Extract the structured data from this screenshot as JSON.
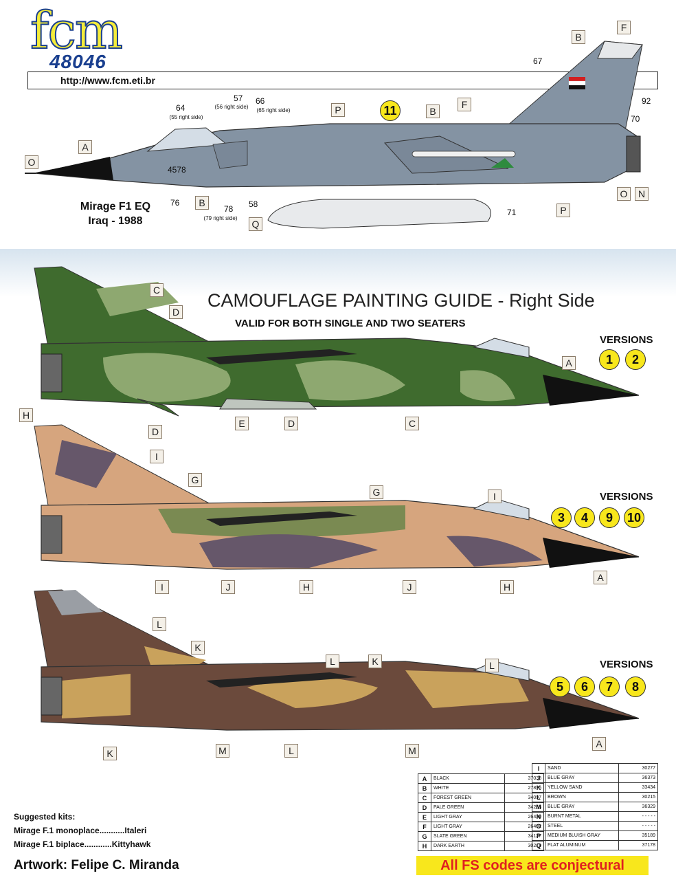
{
  "logo": {
    "brand": "fcm",
    "number": "48046"
  },
  "url": "http://www.fcm.eti.br",
  "top_aircraft": {
    "name": "Mirage F1 EQ",
    "subtitle": "Iraq - 1988",
    "version_badge": "11",
    "serial": "4578",
    "callouts": [
      {
        "id": "64",
        "note": "(55 right side)"
      },
      {
        "id": "57",
        "note": "(56 right side)"
      },
      {
        "id": "66",
        "note": "(65 right side)"
      },
      {
        "id": "78",
        "note": "(79 right side)"
      },
      {
        "id": "67"
      },
      {
        "id": "92"
      },
      {
        "id": "70"
      },
      {
        "id": "71"
      },
      {
        "id": "76"
      },
      {
        "id": "58"
      }
    ],
    "letters": [
      "A",
      "O",
      "B",
      "P",
      "B",
      "F",
      "B",
      "F",
      "O",
      "N",
      "P",
      "Q"
    ]
  },
  "guide": {
    "title": "CAMOUFLAGE PAINTING GUIDE - Right Side",
    "subtitle": "VALID FOR BOTH SINGLE AND TWO SEATERS",
    "versions_label": "VERSIONS",
    "schemes": [
      {
        "versions": [
          "1",
          "2"
        ],
        "colors": {
          "a": "#3f6b2e",
          "b": "#8ea870",
          "c": "#bfc6be"
        }
      },
      {
        "versions": [
          "3",
          "4",
          "9",
          "10"
        ],
        "colors": {
          "a": "#d6a57e",
          "b": "#7a8a52",
          "c": "#66576a"
        }
      },
      {
        "versions": [
          "5",
          "6",
          "7",
          "8"
        ],
        "colors": {
          "a": "#6b4a3c",
          "b": "#c9a25c",
          "c": "#9a9ea4"
        }
      }
    ]
  },
  "legend": {
    "left": [
      {
        "l": "A",
        "n": "BLACK",
        "c": "37038"
      },
      {
        "l": "B",
        "n": "WHITE",
        "c": "27875"
      },
      {
        "l": "C",
        "n": "FOREST GREEN",
        "c": "34097"
      },
      {
        "l": "D",
        "n": "PALE GREEN",
        "c": "34258"
      },
      {
        "l": "E",
        "n": "LIGHT GRAY",
        "c": "26430"
      },
      {
        "l": "F",
        "n": "LIGHT GRAY",
        "c": "26492"
      },
      {
        "l": "G",
        "n": "SLATE GREEN",
        "c": "34127"
      },
      {
        "l": "H",
        "n": "DARK EARTH",
        "c": "30219"
      }
    ],
    "right": [
      {
        "l": "I",
        "n": "SAND",
        "c": "30277"
      },
      {
        "l": "J",
        "n": "BLUE GRAY",
        "c": "36373"
      },
      {
        "l": "K",
        "n": "YELLOW SAND",
        "c": "33434"
      },
      {
        "l": "L",
        "n": "BROWN",
        "c": "30215"
      },
      {
        "l": "M",
        "n": "BLUE GRAY",
        "c": "36329"
      },
      {
        "l": "N",
        "n": "BURNT METAL",
        "c": "- - - - -"
      },
      {
        "l": "O",
        "n": "STEEL",
        "c": "- - - - -"
      },
      {
        "l": "P",
        "n": "MEDIUM BLUISH GRAY",
        "c": "35189"
      },
      {
        "l": "Q",
        "n": "FLAT ALUMINUM",
        "c": "37178"
      }
    ],
    "note": "All FS codes are conjectural"
  },
  "kits": {
    "heading": "Suggested kits:",
    "line1": "Mirage F.1 monoplace...........Italeri",
    "line2": "Mirage F.1 biplace............Kittyhawk"
  },
  "artwork": "Artwork: Felipe C. Miranda"
}
